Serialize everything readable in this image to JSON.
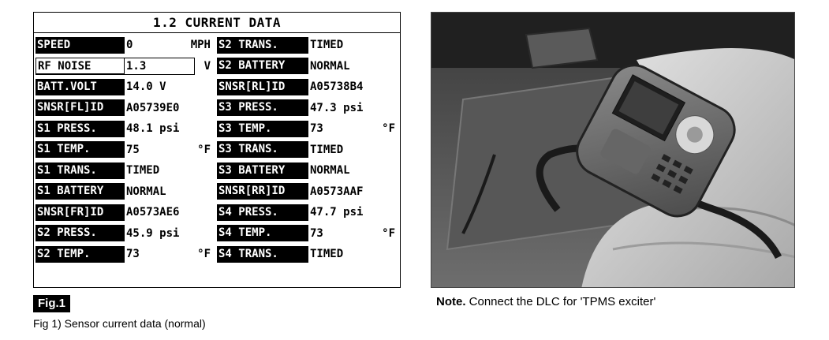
{
  "screen": {
    "title": "1.2 CURRENT DATA",
    "left_rows": [
      {
        "label": "SPEED",
        "value": "0",
        "unit": "MPH",
        "boxed": false
      },
      {
        "label": "RF NOISE",
        "value": "1.3",
        "unit": "V",
        "boxed": true
      },
      {
        "label": "BATT.VOLT",
        "value": "14.0 V",
        "unit": "",
        "boxed": false
      },
      {
        "label": "SNSR[FL]ID",
        "value": "A05739E0",
        "unit": "",
        "boxed": false
      },
      {
        "label": "S1 PRESS.",
        "value": "48.1 psi",
        "unit": "",
        "boxed": false
      },
      {
        "label": "S1 TEMP.",
        "value": "75",
        "unit": "°F",
        "boxed": false
      },
      {
        "label": "S1 TRANS.",
        "value": "TIMED",
        "unit": "",
        "boxed": false
      },
      {
        "label": "S1 BATTERY",
        "value": "NORMAL",
        "unit": "",
        "boxed": false
      },
      {
        "label": "SNSR[FR]ID",
        "value": "A0573AE6",
        "unit": "",
        "boxed": false
      },
      {
        "label": "S2 PRESS.",
        "value": "45.9 psi",
        "unit": "",
        "boxed": false
      },
      {
        "label": "S2 TEMP.",
        "value": "73",
        "unit": "°F",
        "boxed": false
      }
    ],
    "right_rows": [
      {
        "label": "S2 TRANS.",
        "value": "TIMED",
        "unit": ""
      },
      {
        "label": "S2 BATTERY",
        "value": "NORMAL",
        "unit": ""
      },
      {
        "label": "SNSR[RL]ID",
        "value": "A05738B4",
        "unit": ""
      },
      {
        "label": "S3 PRESS.",
        "value": "47.3 psi",
        "unit": ""
      },
      {
        "label": "S3 TEMP.",
        "value": "73",
        "unit": "°F"
      },
      {
        "label": "S3 TRANS.",
        "value": "TIMED",
        "unit": ""
      },
      {
        "label": "S3 BATTERY",
        "value": "NORMAL",
        "unit": ""
      },
      {
        "label": "SNSR[RR]ID",
        "value": "A0573AAF",
        "unit": ""
      },
      {
        "label": "S4 PRESS.",
        "value": "47.7 psi",
        "unit": ""
      },
      {
        "label": "S4 TEMP.",
        "value": "73",
        "unit": "°F"
      },
      {
        "label": "S4 TRANS.",
        "value": "TIMED",
        "unit": ""
      }
    ]
  },
  "figure": {
    "badge": "Fig.1",
    "caption": "Fig 1) Sensor current data (normal)"
  },
  "note": {
    "bold": "Note.",
    "text": " Connect the DLC for 'TPMS exciter'"
  }
}
